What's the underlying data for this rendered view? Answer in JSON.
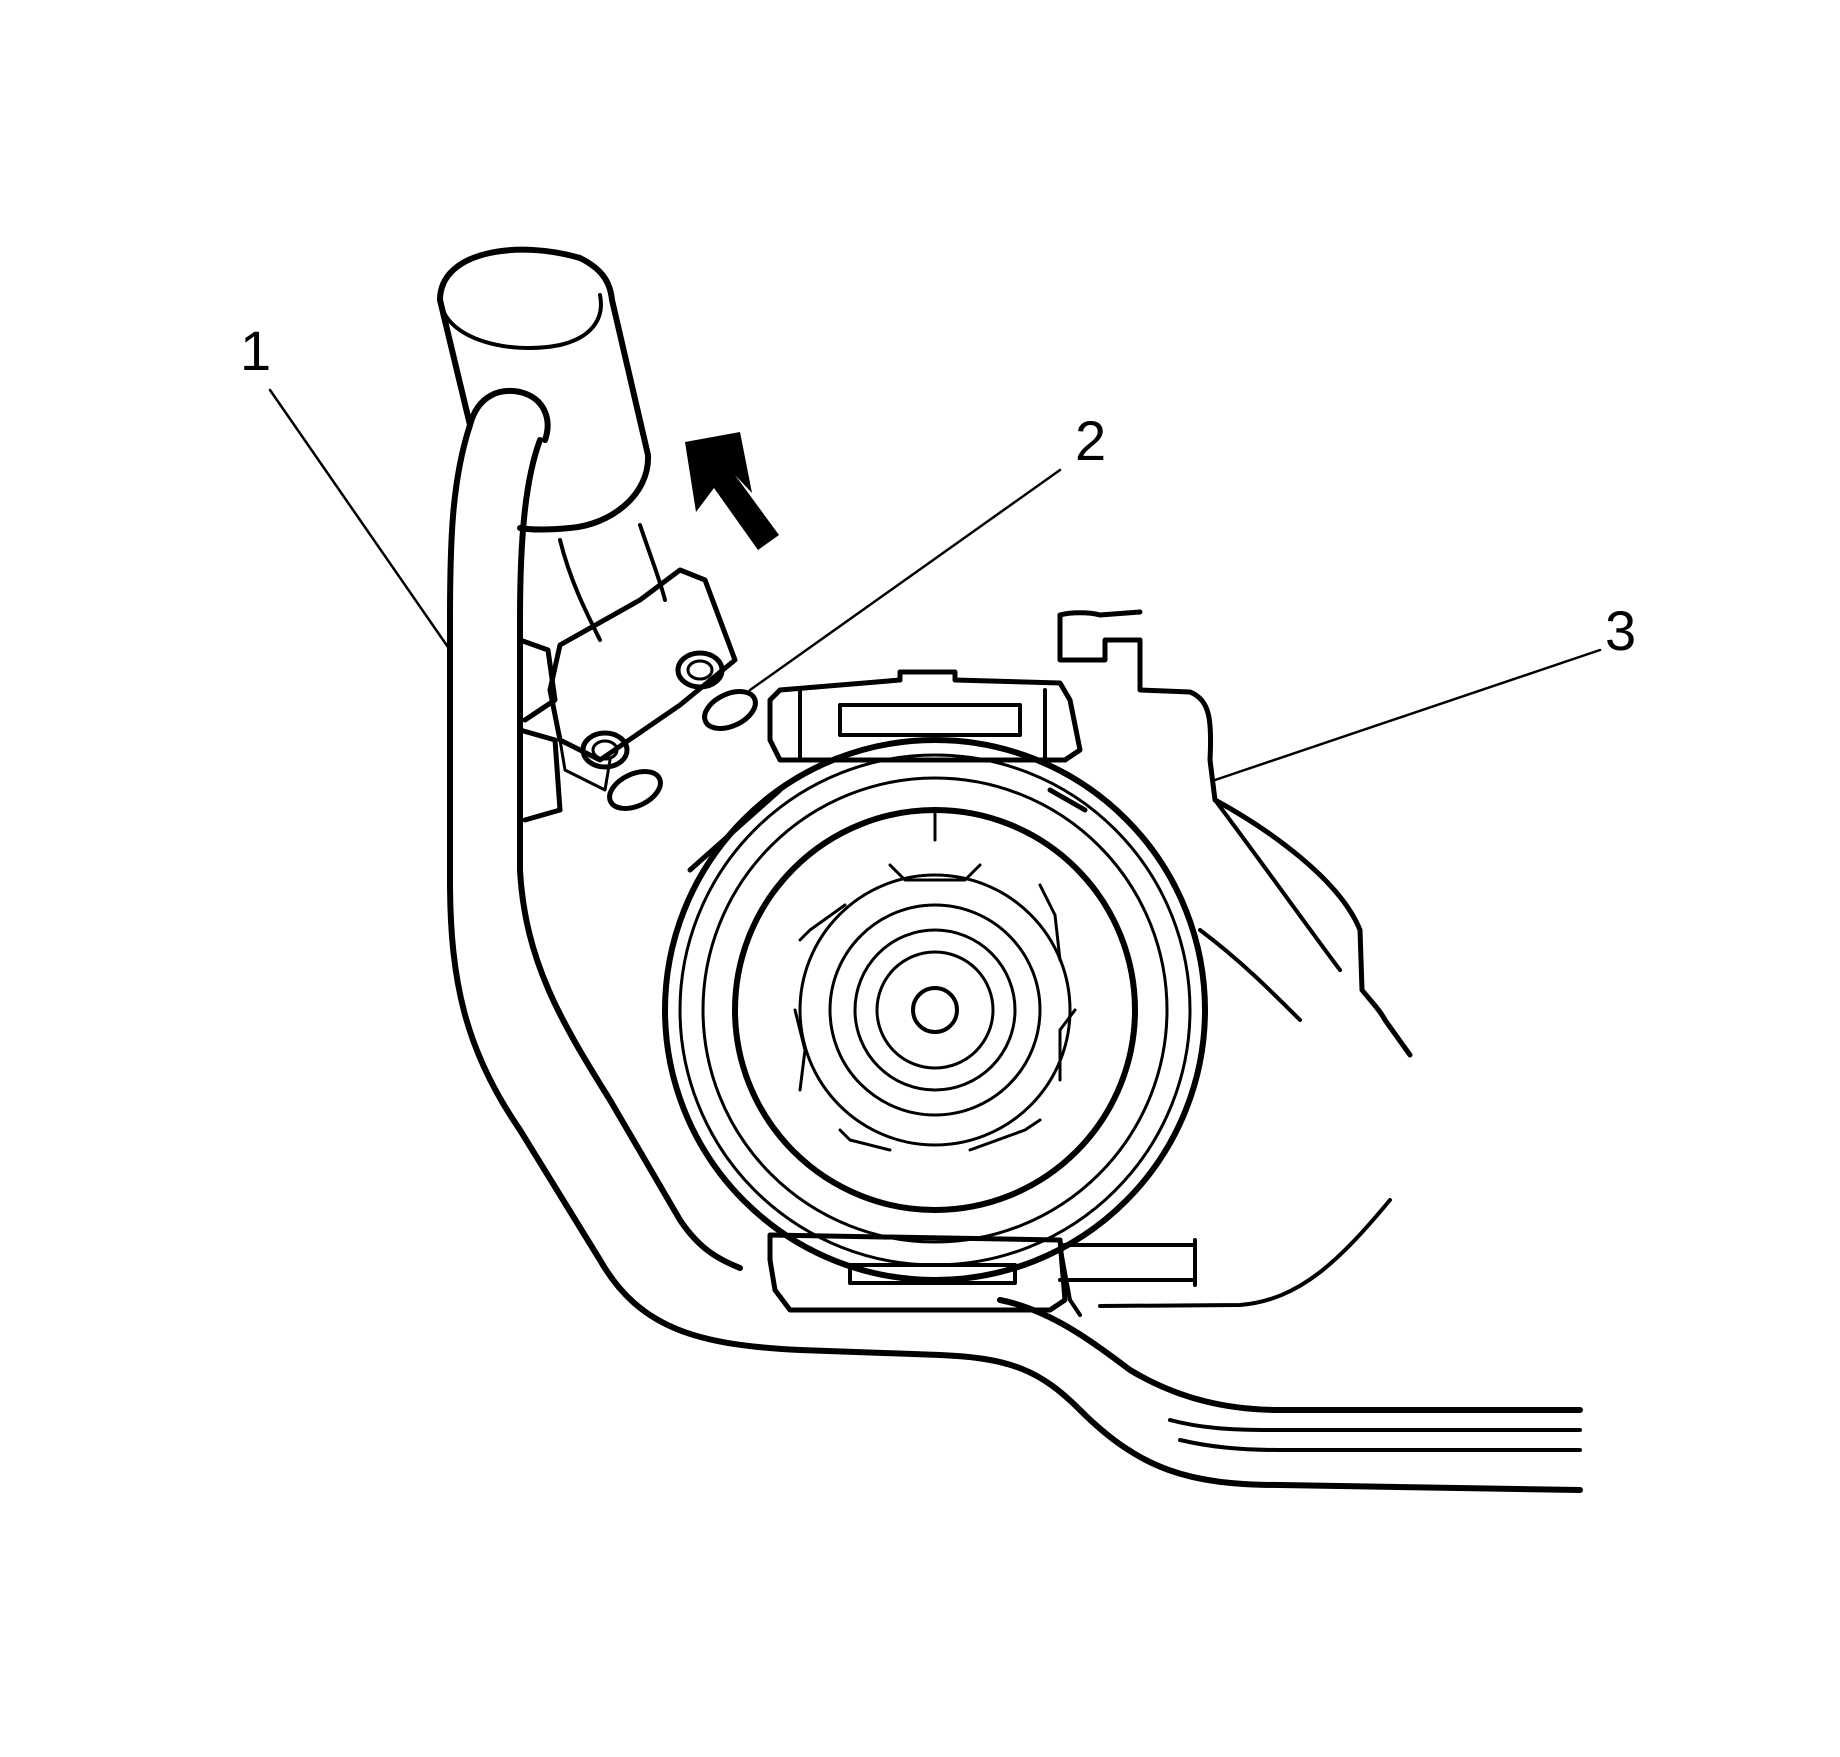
{
  "figure": {
    "callouts": [
      {
        "id": "callout-1",
        "label": "1"
      },
      {
        "id": "callout-2",
        "label": "2"
      },
      {
        "id": "callout-3",
        "label": "3"
      }
    ],
    "colors": {
      "ink": "#000000",
      "background": "#ffffff"
    },
    "direction_arrow": "arrow-up-right-icon"
  }
}
